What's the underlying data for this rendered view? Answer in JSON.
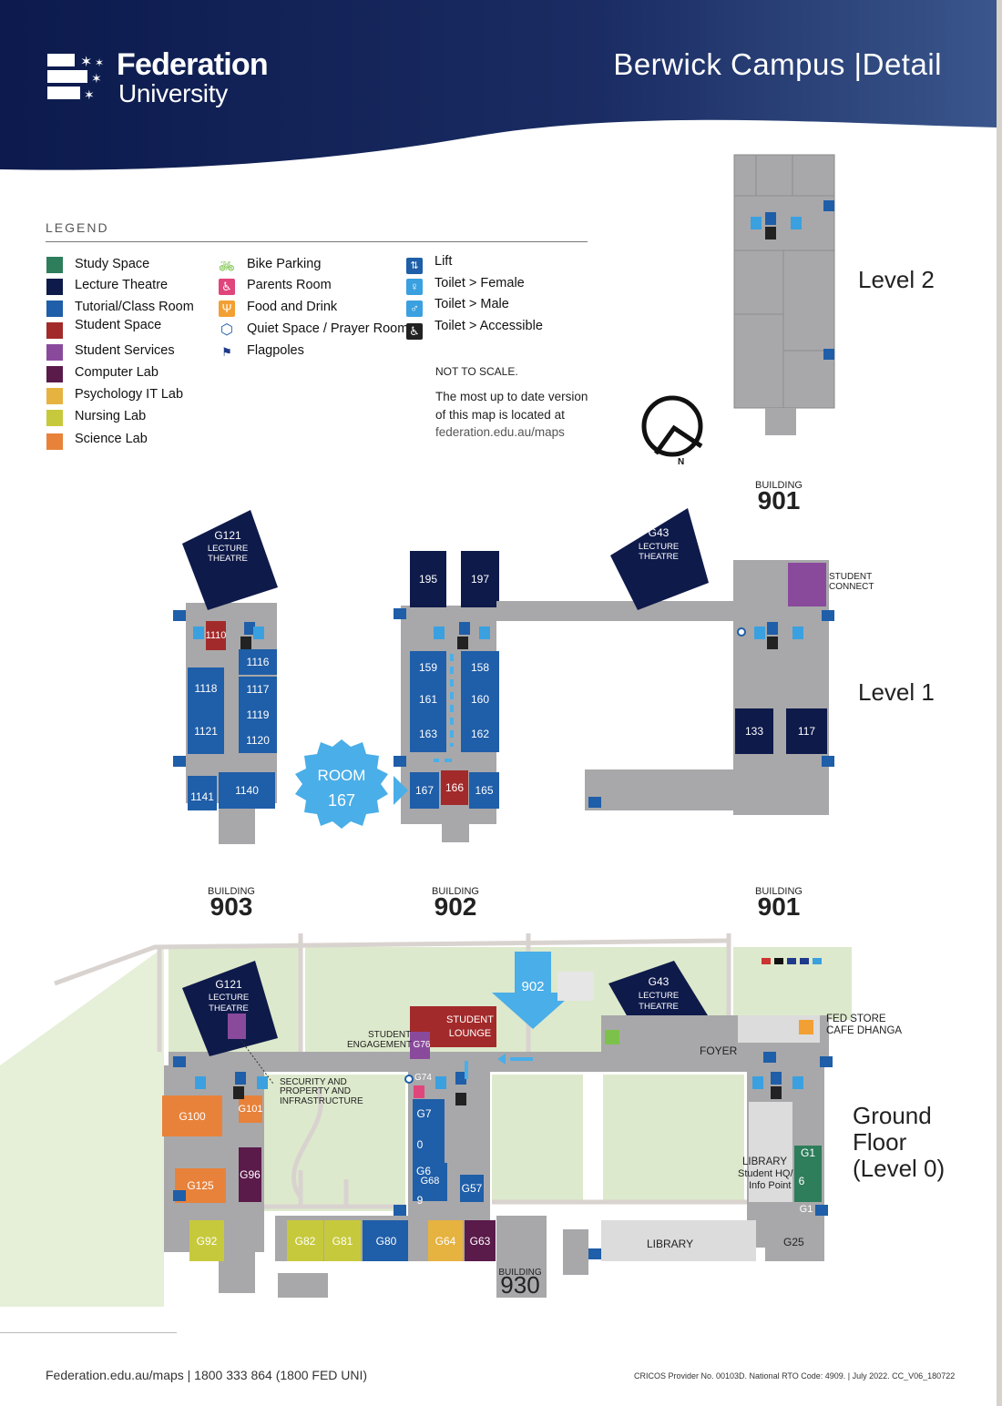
{
  "header": {
    "title": "Berwick Campus |Detail",
    "logo_line1": "Federation",
    "logo_line2": "University"
  },
  "legend": {
    "title": "LEGEND",
    "categories": [
      {
        "label": "Study Space",
        "color": "#2e7d5b"
      },
      {
        "label": "Lecture Theatre",
        "color": "#0e1a4a"
      },
      {
        "label": "Tutorial/Class Room",
        "color": "#1f5ea8"
      },
      {
        "label": "Student Space",
        "color": "#a32a2a"
      },
      {
        "label": "Student Services",
        "color": "#8a4a9c"
      },
      {
        "label": "Computer Lab",
        "color": "#5a1a4a"
      },
      {
        "label": "Psychology IT Lab",
        "color": "#e6b240"
      },
      {
        "label": "Nursing Lab",
        "color": "#c7c93c"
      },
      {
        "label": "Science Lab",
        "color": "#e8823a"
      }
    ],
    "facilities": [
      {
        "label": "Bike Parking",
        "icon": "bike-icon",
        "color": "#7cc24a"
      },
      {
        "label": "Parents Room",
        "icon": "parents-room-icon",
        "color": "#e0457b"
      },
      {
        "label": "Food and Drink",
        "icon": "food-drink-icon",
        "color": "#f2a033"
      },
      {
        "label": "Quiet Space / Prayer Room",
        "icon": "quiet-space-icon",
        "color": "#1f5ea8"
      },
      {
        "label": "Flagpoles",
        "icon": "flagpole-icon",
        "color": "#1f3a8a"
      }
    ],
    "amenities": [
      {
        "label": "Lift",
        "icon": "lift-icon",
        "color": "#1f5ea8"
      },
      {
        "label": "Toilet > Female",
        "icon": "toilet-female-icon",
        "color": "#3aa0e0"
      },
      {
        "label": "Toilet > Male",
        "icon": "toilet-male-icon",
        "color": "#3aa0e0"
      },
      {
        "label": "Toilet > Accessible",
        "icon": "toilet-accessible-icon",
        "color": "#222222"
      }
    ],
    "not_to_scale": "NOT TO SCALE.",
    "note_line1": "The most up to date version",
    "note_line2": "of this map is located at",
    "note_url": "federation.edu.au/maps"
  },
  "compass": {
    "label": "N"
  },
  "levels": {
    "level2": "Level 2",
    "level1": "Level 1",
    "ground_line1": "Ground",
    "ground_line2": "Floor",
    "ground_line3": "(Level 0)"
  },
  "buildings": {
    "small_label": "BUILDING",
    "b901": "901",
    "b902": "902",
    "b903": "903",
    "b930": "930"
  },
  "level1_rooms": {
    "g121": "G121",
    "lecture": "LECTURE",
    "theatre": "THEATRE",
    "g43": "G43",
    "r1110": "1110",
    "r1116": "1116",
    "r1117": "1117",
    "r1118": "1118",
    "r1119": "1119",
    "r1120": "1120",
    "r1121": "1121",
    "r1140": "1140",
    "r1141": "1141",
    "r195": "195",
    "r197": "197",
    "r159": "159",
    "r158": "158",
    "r161": "161",
    "r160": "160",
    "r163": "163",
    "r162": "162",
    "r167": "167",
    "r166": "166",
    "r165": "165",
    "r133": "133",
    "r117": "117",
    "student_connect_1": "STUDENT",
    "student_connect_2": "CONNECT",
    "room_callout_1": "ROOM",
    "room_callout_2": "167"
  },
  "ground_rooms": {
    "g121": "G121",
    "g43": "G43",
    "lecture": "LECTURE",
    "theatre": "THEATRE",
    "arrow_902": "902",
    "student_lounge_1": "STUDENT",
    "student_lounge_2": "LOUNGE",
    "student_engagement_1": "STUDENT",
    "student_engagement_2": "ENGAGEMENT",
    "g76": "G76",
    "g74": "G74",
    "security_1": "SECURITY AND",
    "security_2": "PROPERTY AND",
    "security_3": "INFRASTRUCTURE",
    "fed_store": "FED STORE",
    "cafe": "CAFE DHANGA",
    "foyer": "FOYER",
    "g100": "G100",
    "g101": "G101",
    "g125": "G125",
    "g96": "G96",
    "g7": "G7",
    "g70": "0",
    "g6": "G6",
    "g68": "G68",
    "g69": "9",
    "g57": "G57",
    "g92": "G92",
    "g82": "G82",
    "g81": "G81",
    "g80": "G80",
    "g64": "G64",
    "g63": "G63",
    "library_1": "LIBRARY",
    "library_2": "Student HQ/",
    "library_3": "Info Point",
    "library_main": "LIBRARY",
    "g1": "G1",
    "g16": "6",
    "g11": "G1",
    "g25": "G25"
  },
  "footer": {
    "left": "Federation.edu.au/maps | 1800 333 864 (1800 FED UNI)",
    "right": "CRICOS Provider No. 00103D. National RTO Code: 4909. | July 2022. CC_V06_180722"
  }
}
